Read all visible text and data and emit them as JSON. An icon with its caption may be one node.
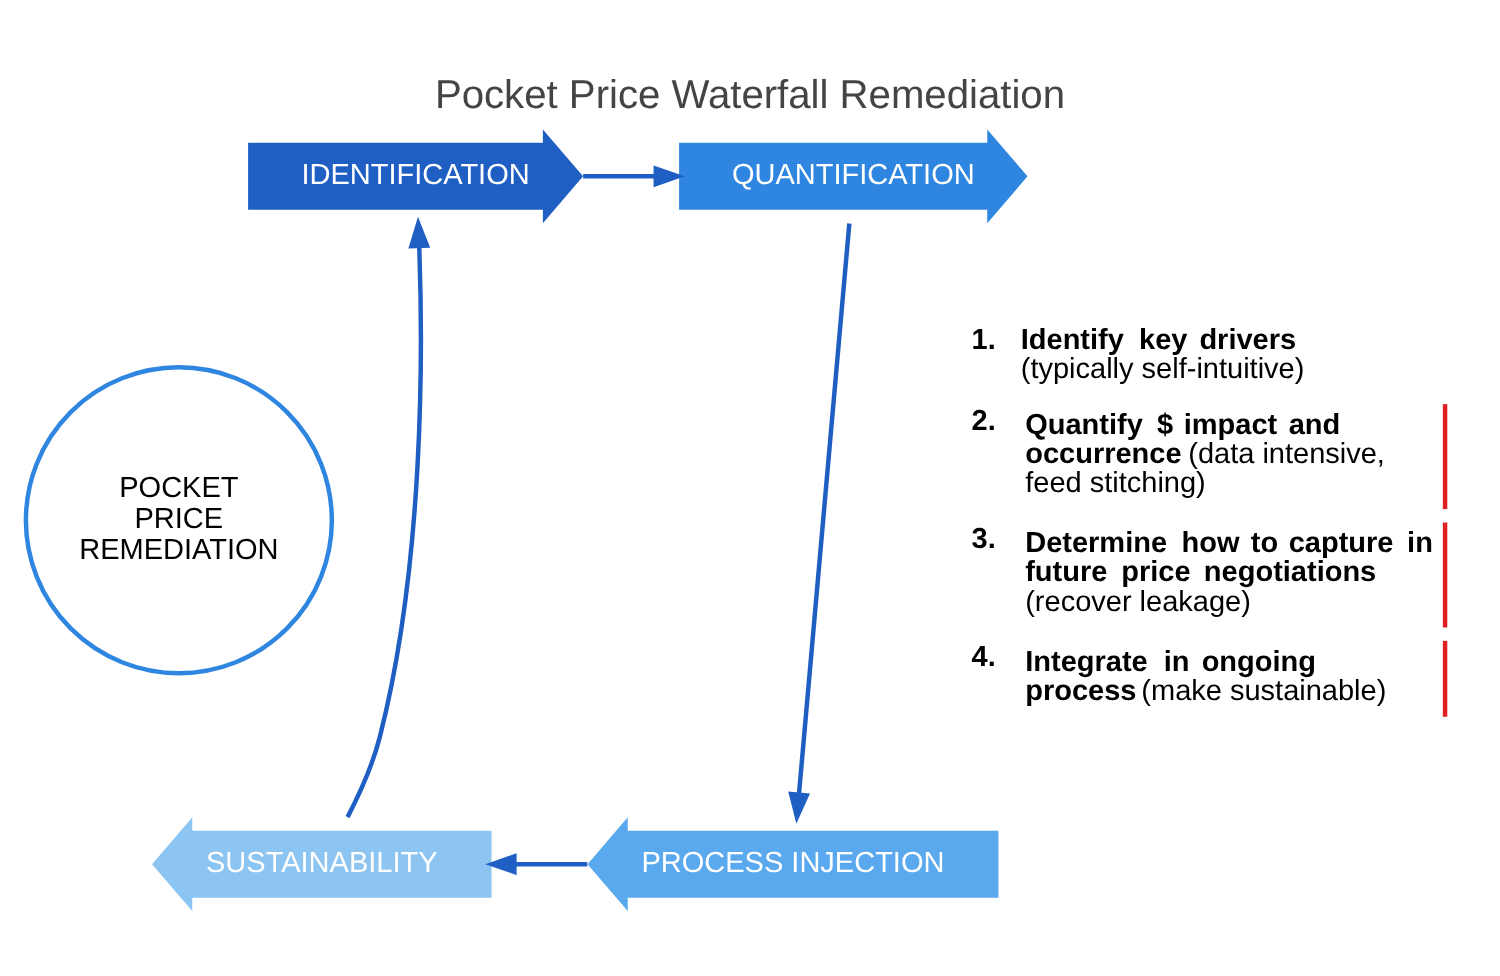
{
  "diagram": {
    "title": "Pocket Price Waterfall Remediation",
    "nodes": [
      {
        "text": [
          "IDENTIFICATION"
        ]
      },
      {
        "text": [
          "QUANTIFICATION"
        ]
      },
      {
        "text": [
          "PROCESS INJECTION"
        ]
      },
      {
        "text": [
          "SUSTAINABILITY"
        ]
      },
      {
        "text": [
          "POCKET PRICE REMEDIATION"
        ]
      }
    ],
    "edges": [
      {
        "from": 0,
        "to": 1,
        "arrow": "to"
      },
      {
        "from": 1,
        "to": 2,
        "arrow": "to"
      },
      {
        "from": 2,
        "to": 3,
        "arrow": "to"
      },
      {
        "from": 3,
        "to": 0,
        "arrow": "to"
      }
    ],
    "labels": [
      "1.",
      "**Identify key drivers** (typically self-intuitive)",
      "2.",
      "**Quantify $ impact and occurrence** (data intensive, feed stitching)",
      "3.",
      "**Determine how to capture in future price negotiations** (recover leakage)",
      "4.",
      "**Integrate in ongoing process** (make sustainable)"
    ]
  }
}
